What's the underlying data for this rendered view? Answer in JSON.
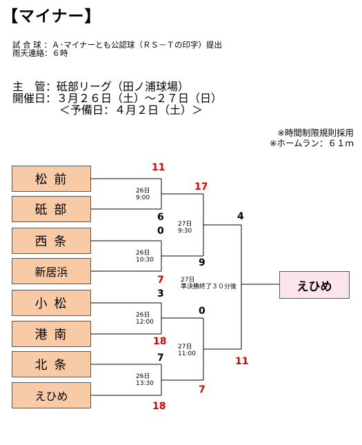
{
  "title": "【マイナー】",
  "info": {
    "ball": "試 合 球 ：Ａ･マイナーとも公認球（ＲＳ－Ｔの印字）提出",
    "rain": "雨天連絡：６時"
  },
  "management": {
    "host": "主　管：砥部リーグ（田ノ浦球場）",
    "dates": "開催日：３月２６日（土）～２７日（日）",
    "reserve": "＜予備日：４月２日（土）＞"
  },
  "notes": {
    "time_limit": "※時間制限規則採用",
    "home_run": "※ホームラン：６１ｍ"
  },
  "teams": [
    "松 前",
    "砥 部",
    "西 条",
    "新居浜",
    "小 松",
    "港 南",
    "北 条",
    "えひめ"
  ],
  "round1": [
    {
      "date": "26日",
      "time": "9:00",
      "score_top": "11",
      "score_bottom": "6"
    },
    {
      "date": "26日",
      "time": "10:30",
      "score_top": "0",
      "score_bottom": "7"
    },
    {
      "date": "26日",
      "time": "12:00",
      "score_top": "3",
      "score_bottom": "18"
    },
    {
      "date": "26日",
      "time": "13:30",
      "score_top": "7",
      "score_bottom": "18"
    }
  ],
  "round2": [
    {
      "date": "27日",
      "time": "9:30",
      "score_top": "17",
      "score_bottom": "9"
    },
    {
      "date": "27日",
      "time": "11:00",
      "score_top": "0",
      "score_bottom": "7"
    }
  ],
  "final": {
    "date": "27日",
    "note": "準決勝終了３０分後",
    "score_top": "4",
    "score_bottom": "11",
    "champion": "えひめ"
  }
}
